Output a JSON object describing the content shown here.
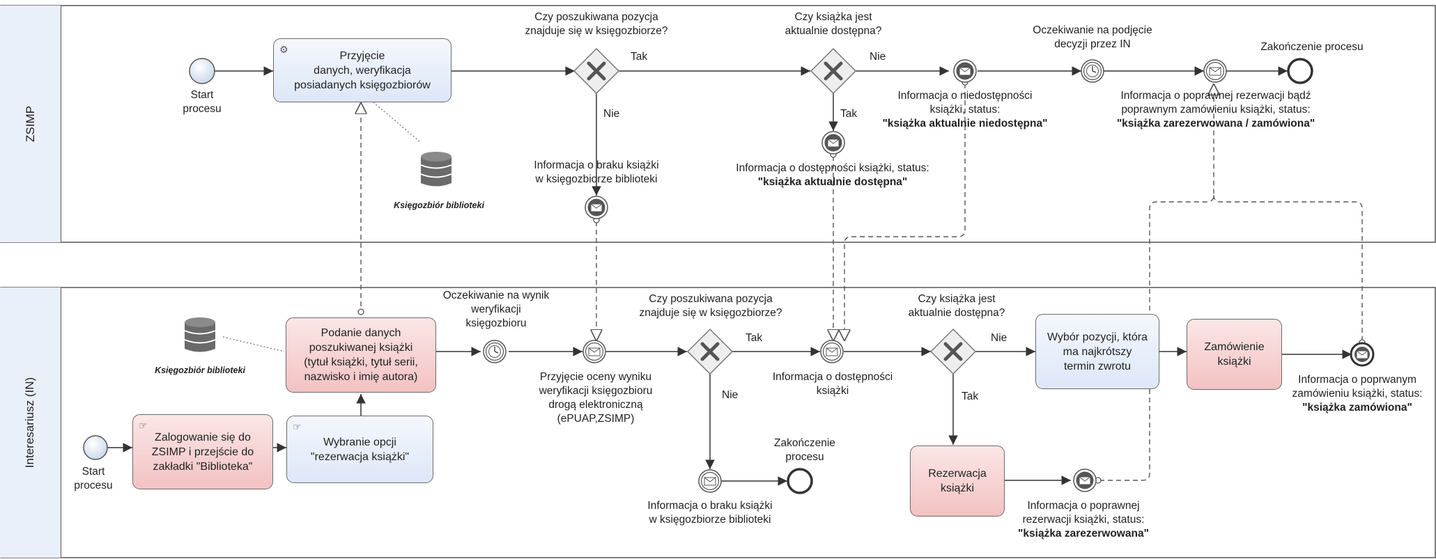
{
  "lanes": {
    "top": {
      "title": "ZSIMP"
    },
    "bottom": {
      "title": "Interesariusz (IN)"
    }
  },
  "top": {
    "start_label": "Start\nprocesu",
    "task_receive": "Przyjęcie\ndanych, weryfikacja\nposiadanych księgozbiorów",
    "db_label": "Księgozbiór biblioteki",
    "gw1_question": "Czy poszukiwana pozycja\nznajduje się w księgozbiorze?",
    "gw1_yes": "Tak",
    "gw1_no": "Nie",
    "msg_missing": "Informacja o braku książki\nw księgozbiorze biblioteki",
    "gw2_question": "Czy książka jest\naktualnie dostępna?",
    "gw2_no": "Nie",
    "gw2_yes": "Tak",
    "msg_available_line": "Informacja o dostępności książki, status:",
    "msg_available_status": "\"książka aktualnie dostępna\"",
    "msg_unavailable_line": "Informacja o niedostępności\nksiążki, status:",
    "msg_unavailable_status": "\"książka aktualnie niedostępna\"",
    "timer_label": "Oczekiwanie na podjęcie\ndecyzji przez IN",
    "msg_reserved_line": "Informacja o poprawnej rezerwacji bądź\npoprawnym zamówieniu książki, status:",
    "msg_reserved_status": "\"książka zarezerwowana / zamówiona\"",
    "end_label": "Zakończenie procesu"
  },
  "bottom": {
    "start_label": "Start\nprocesu",
    "task_login": "Zalogowanie się do\nZSIMP i przejście do\nzakładki \"Biblioteka\"",
    "task_select": "Wybranie opcji\n\"rezerwacja książki\"",
    "task_submit": "Podanie danych\nposzukiwanej książki\n(tytuł książki, tytuł serii,\nnazwisko i imię autora)",
    "db_label": "Księgozbiór biblioteki",
    "timer_label": "Oczekiwanie na wynik\nweryfikacji\nksięgozbioru",
    "msg_receive_eval": "Przyjęcie oceny wyniku\nweryfikacji księgozbioru\ndrogą elektroniczną\n(ePUAP,ZSIMP)",
    "gw1_question": "Czy poszukiwana pozycja\nznajduje się w księgozbiorze?",
    "gw1_yes": "Tak",
    "gw1_no": "Nie",
    "msg_missing": "Informacja o braku książki\nw księgozbiorze biblioteki",
    "end_label": "Zakończenie\nprocesu",
    "msg_available": "Informacja o dostępności\nksiążki",
    "gw2_question": "Czy książka jest\naktualnie dostępna?",
    "gw2_no": "Nie",
    "gw2_yes": "Tak",
    "task_choose": "Wybór pozycji, która\nma najkrótszy\ntermin zwrotu",
    "task_order": "Zamówienie\nksiążki",
    "task_reserve": "Rezerwacja\nksiążki",
    "msg_reserved_line": "Informacja o poprawnej\nrezerwacji książki, status:",
    "msg_reserved_status": "\"książka zarezerwowana\"",
    "msg_ordered_line": "Informacja o poprwanym\nzamówieniu książki, status:",
    "msg_ordered_status": "\"książka zamówiona\""
  },
  "colors": {
    "lane_header": "#eaf0fa",
    "task_blue": "#dde7f8",
    "task_red": "#f3c2c2",
    "stroke": "#555555"
  }
}
